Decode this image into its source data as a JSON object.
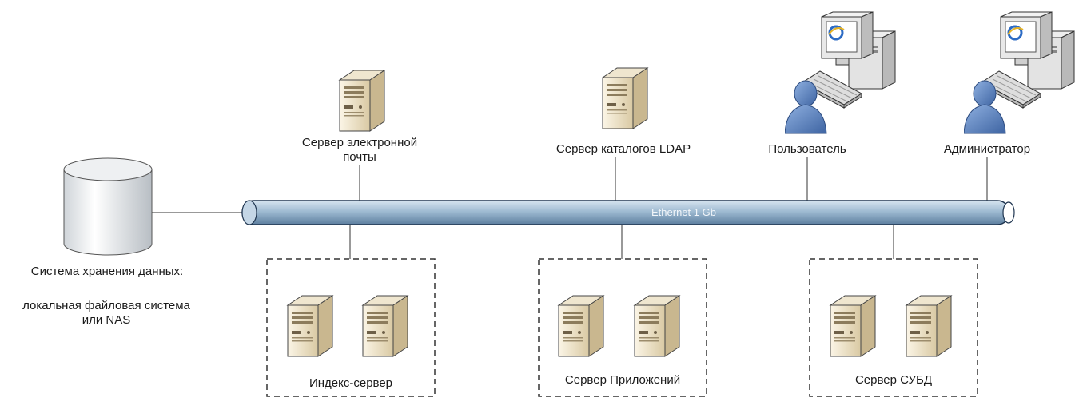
{
  "bus": {
    "label": "Ethernet 1 Gb"
  },
  "storage": {
    "title": "Система хранения данных:",
    "line1": "локальная файловая система",
    "line2": "или NAS"
  },
  "top_nodes": {
    "mail_server": {
      "line1": "Сервер электронной",
      "line2": "почты"
    },
    "ldap_server": {
      "label": "Сервер каталогов LDAP"
    },
    "user": {
      "label": "Пользователь"
    },
    "admin": {
      "label": "Администратор"
    }
  },
  "groups": {
    "index": {
      "label": "Индекс-сервер"
    },
    "app": {
      "label": "Сервер Приложений"
    },
    "dbms": {
      "label": "Сервер СУБД"
    }
  },
  "colors": {
    "bus_fill": "#a9c3d8",
    "bus_stroke": "#1f3550",
    "server_body": "#e6d8b8",
    "server_front": "#f4ecd6",
    "person": "#5f86c0",
    "line": "#333333",
    "dashed_border": "#333333"
  },
  "icons": [
    "database-icon",
    "server-icon",
    "workstation-icon",
    "user-icon"
  ]
}
